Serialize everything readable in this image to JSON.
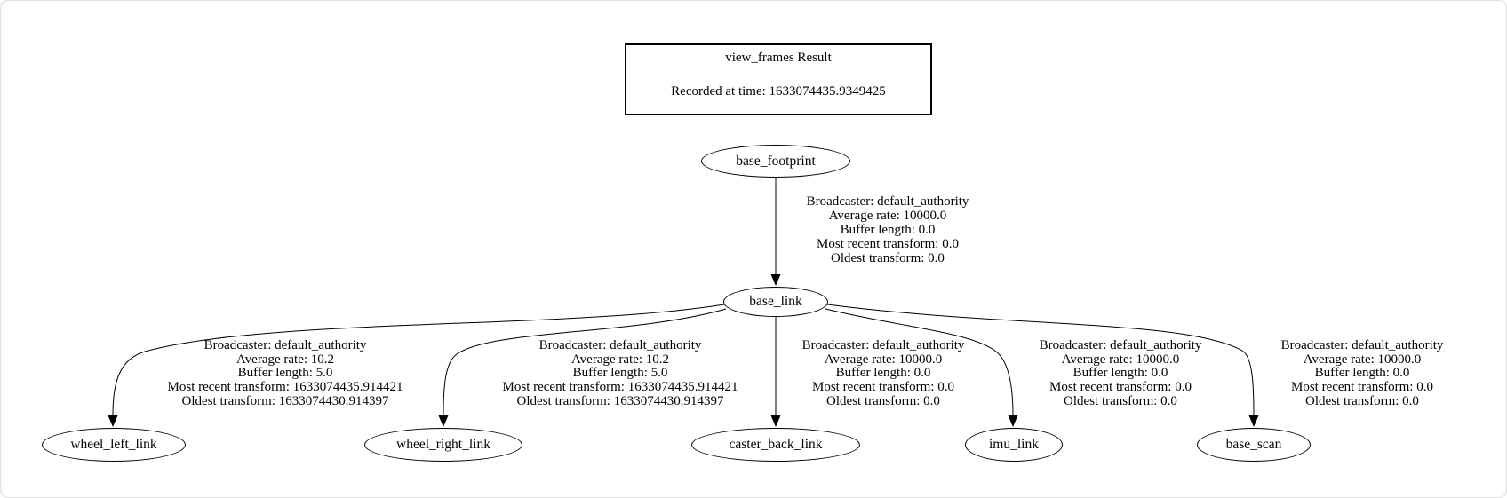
{
  "title_box": {
    "line1": "view_frames Result",
    "line2": "Recorded at time: 1633074435.9349425"
  },
  "nodes": {
    "base_footprint": "base_footprint",
    "base_link": "base_link",
    "wheel_left_link": "wheel_left_link",
    "wheel_right_link": "wheel_right_link",
    "caster_back_link": "caster_back_link",
    "imu_link": "imu_link",
    "base_scan": "base_scan"
  },
  "edges": [
    {
      "from": "base_footprint",
      "to": "base_link",
      "lines": [
        "Broadcaster: default_authority",
        "Average rate: 10000.0",
        "Buffer length: 0.0",
        "Most recent transform: 0.0",
        "Oldest transform: 0.0"
      ]
    },
    {
      "from": "base_link",
      "to": "wheel_left_link",
      "lines": [
        "Broadcaster: default_authority",
        "Average rate: 10.2",
        "Buffer length: 5.0",
        "Most recent transform: 1633074435.914421",
        "Oldest transform: 1633074430.914397"
      ]
    },
    {
      "from": "base_link",
      "to": "wheel_right_link",
      "lines": [
        "Broadcaster: default_authority",
        "Average rate: 10.2",
        "Buffer length: 5.0",
        "Most recent transform: 1633074435.914421",
        "Oldest transform: 1633074430.914397"
      ]
    },
    {
      "from": "base_link",
      "to": "caster_back_link",
      "lines": [
        "Broadcaster: default_authority",
        "Average rate: 10000.0",
        "Buffer length: 0.0",
        "Most recent transform: 0.0",
        "Oldest transform: 0.0"
      ]
    },
    {
      "from": "base_link",
      "to": "imu_link",
      "lines": [
        "Broadcaster: default_authority",
        "Average rate: 10000.0",
        "Buffer length: 0.0",
        "Most recent transform: 0.0",
        "Oldest transform: 0.0"
      ]
    },
    {
      "from": "base_link",
      "to": "base_scan",
      "lines": [
        "Broadcaster: default_authority",
        "Average rate: 10000.0",
        "Buffer length: 0.0",
        "Most recent transform: 0.0",
        "Oldest transform: 0.0"
      ]
    }
  ],
  "colors": {
    "stroke": "#000000",
    "text": "#000000",
    "background": "#ffffff",
    "frame_border": "#e2e2e2"
  }
}
